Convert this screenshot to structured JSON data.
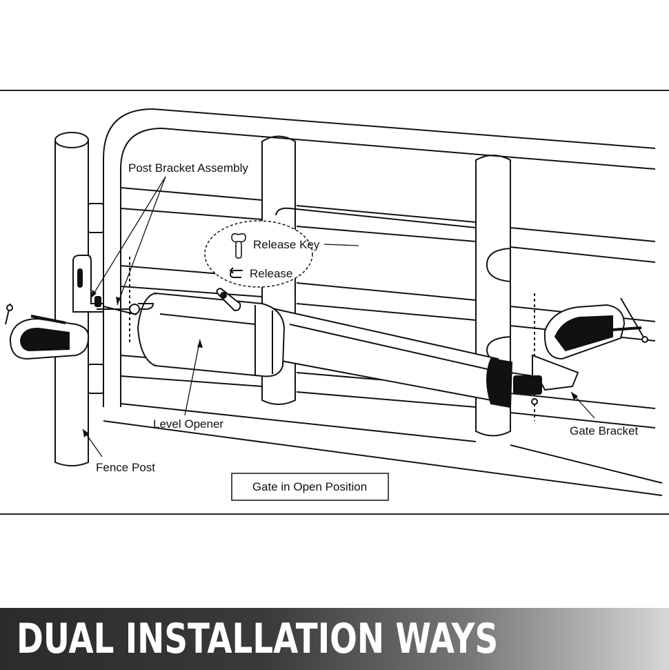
{
  "diagram": {
    "labels": {
      "post_bracket": "Post Bracket Assembly",
      "release_key": "Release Key",
      "release": "Release",
      "level_opener": "Level Opener",
      "fence_post": "Fence Post",
      "gate_bracket": "Gate Bracket",
      "gate_position": "Gate in Open Position"
    },
    "icons": [
      "release-key-icon",
      "release-arrow-icon"
    ]
  },
  "banner": {
    "title": "DUAL INSTALLATION WAYS",
    "colors": {
      "start": "#2b2b2b",
      "end": "#d6d6d6",
      "text": "#ffffff"
    }
  }
}
